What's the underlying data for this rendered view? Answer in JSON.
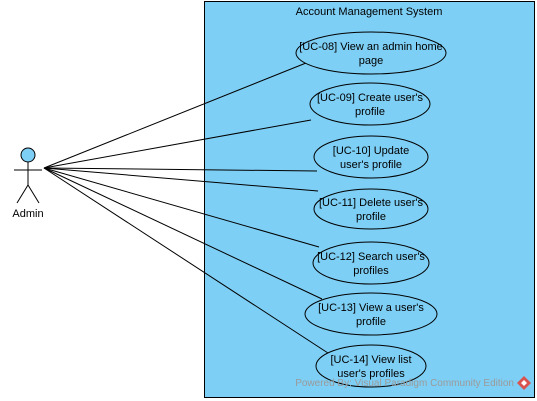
{
  "system": {
    "title": "Account Management System"
  },
  "actor": {
    "name": "Admin"
  },
  "use_cases": [
    {
      "id": "UC-08",
      "line1": "[UC-08] View an admin home",
      "line2": "page"
    },
    {
      "id": "UC-09",
      "line1": "[UC-09] Create user's",
      "line2": "profile"
    },
    {
      "id": "UC-10",
      "line1": "[UC-10] Update",
      "line2": "user's profile"
    },
    {
      "id": "UC-11",
      "line1": "[UC-11] Delete user's",
      "line2": "profile"
    },
    {
      "id": "UC-12",
      "line1": "[UC-12] Search user's",
      "line2": "profiles"
    },
    {
      "id": "UC-13",
      "line1": "[UC-13] View a user's",
      "line2": "profile"
    },
    {
      "id": "UC-14",
      "line1": "[UC-14] View list",
      "line2": "user's profiles"
    }
  ],
  "watermark": {
    "text": "Powered By: Visual Paradigm Community Edition"
  },
  "colors": {
    "system_fill": "#7ecff5",
    "system_stroke": "#000000",
    "usecase_fill": "#7ecff5",
    "actor_head_fill": "#7ecff5",
    "line": "#000000",
    "logo_red": "#d9534f"
  }
}
